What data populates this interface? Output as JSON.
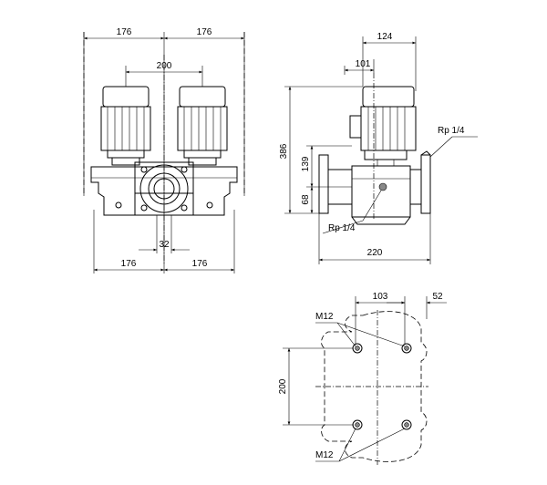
{
  "front_view": {
    "dim_left_top": "176",
    "dim_right_top": "176",
    "dim_motor_spacing": "200",
    "dim_outlet": "32",
    "dim_left_bottom": "176",
    "dim_right_bottom": "176"
  },
  "side_view": {
    "dim_top_124": "124",
    "dim_top_101": "101",
    "dim_height_386": "386",
    "dim_139": "139",
    "dim_68": "68",
    "dim_width_220": "220",
    "label_rp_top": "Rp 1/4",
    "label_rp_bottom": "Rp 1/4"
  },
  "plan_view": {
    "dim_103": "103",
    "dim_52": "52",
    "dim_200": "200",
    "label_m12_top": "M12",
    "label_m12_bottom": "M12"
  }
}
